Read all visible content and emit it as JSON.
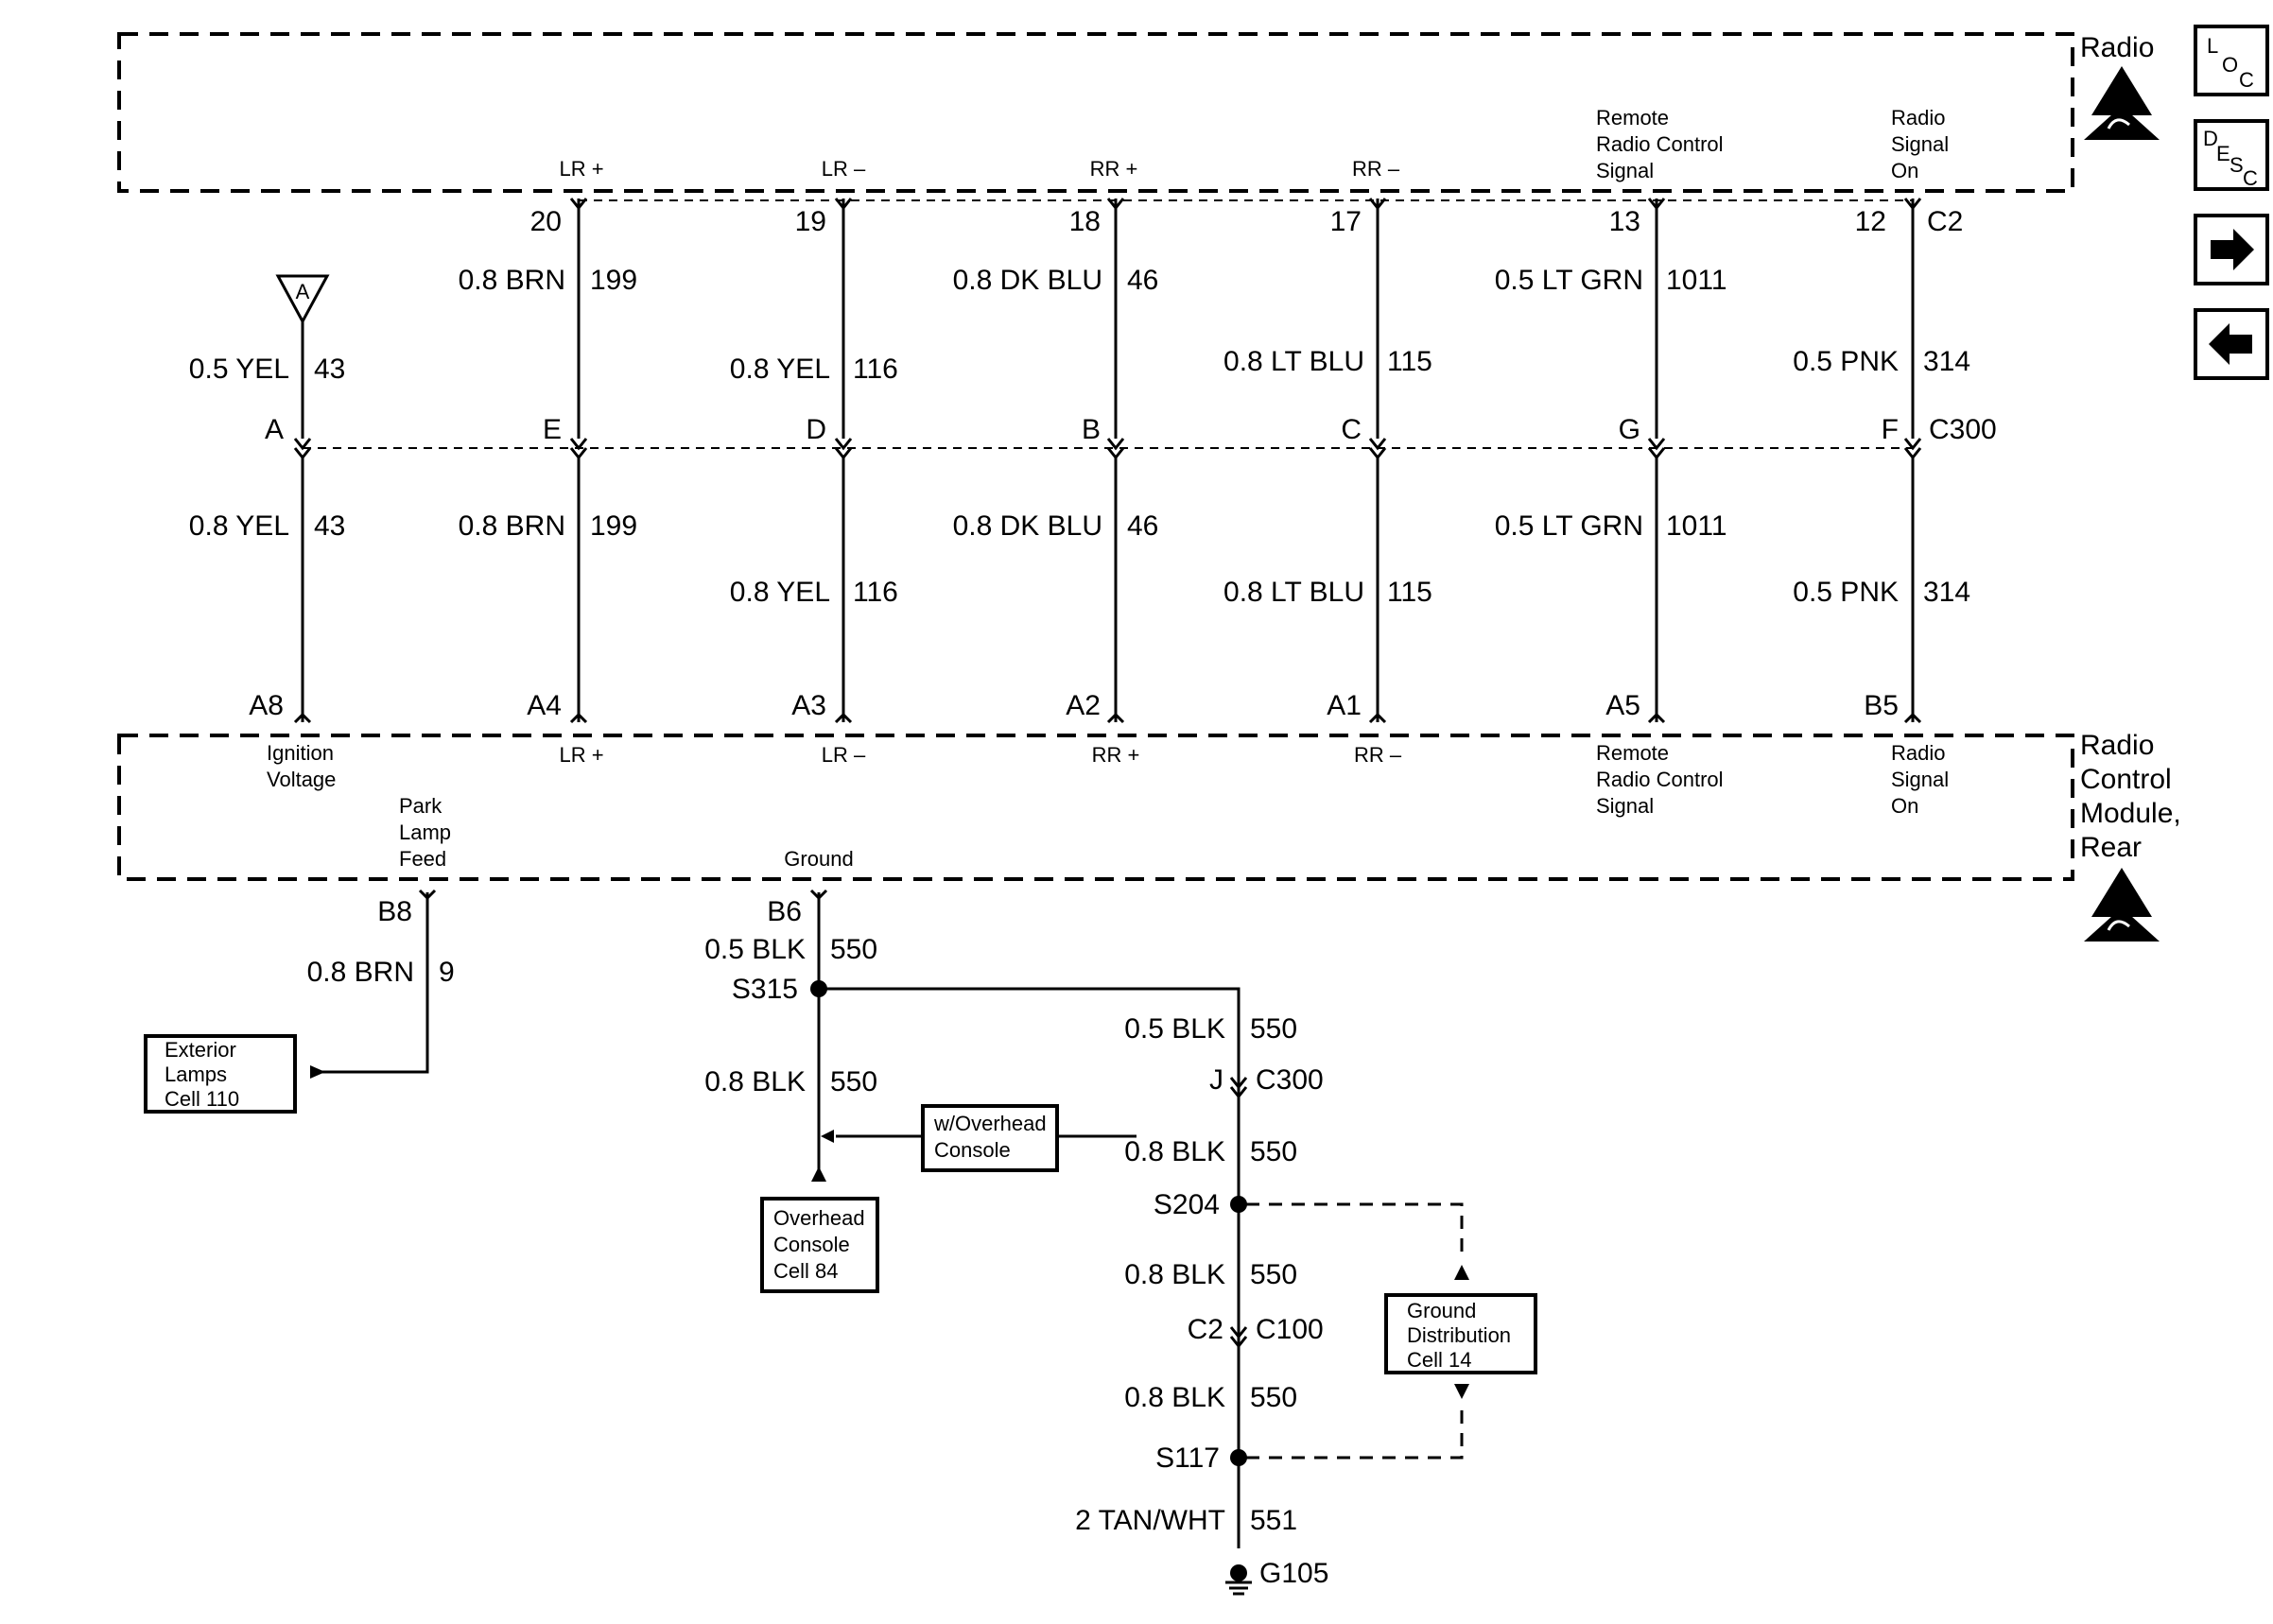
{
  "radio": {
    "name": "Radio",
    "connector": "C2",
    "terminals": [
      {
        "pin": "20",
        "label": "LR +"
      },
      {
        "pin": "19",
        "label": "LR –"
      },
      {
        "pin": "18",
        "label": "RR +"
      },
      {
        "pin": "17",
        "label": "RR –"
      },
      {
        "pin": "13",
        "label_lines": [
          "Remote",
          "Radio Control",
          "Signal"
        ]
      },
      {
        "pin": "12",
        "label_lines": [
          "Radio",
          "Signal",
          "On"
        ]
      }
    ]
  },
  "upper_wires": [
    {
      "gauge_color": "0.8 BRN",
      "circuit": "199"
    },
    {
      "gauge_color": "0.8 YEL",
      "circuit": "116"
    },
    {
      "gauge_color": "0.8 DK BLU",
      "circuit": "46"
    },
    {
      "gauge_color": "0.8 LT BLU",
      "circuit": "115"
    },
    {
      "gauge_color": "0.5 LT GRN",
      "circuit": "1011"
    },
    {
      "gauge_color": "0.5 PNK",
      "circuit": "314"
    }
  ],
  "ignition": {
    "ref": "A",
    "gauge_color": "0.5 YEL",
    "circuit": "43"
  },
  "connector_c300": {
    "name": "C300",
    "pins": [
      "A",
      "E",
      "D",
      "B",
      "C",
      "G",
      "F"
    ]
  },
  "lower_wires": [
    {
      "gauge_color": "0.8 YEL",
      "circuit": "43"
    },
    {
      "gauge_color": "0.8 BRN",
      "circuit": "199"
    },
    {
      "gauge_color": "0.8 YEL",
      "circuit": "116"
    },
    {
      "gauge_color": "0.8 DK BLU",
      "circuit": "46"
    },
    {
      "gauge_color": "0.8 LT BLU",
      "circuit": "115"
    },
    {
      "gauge_color": "0.5 LT GRN",
      "circuit": "1011"
    },
    {
      "gauge_color": "0.5 PNK",
      "circuit": "314"
    }
  ],
  "module": {
    "name_lines": [
      "Radio",
      "Control",
      "Module,",
      "Rear"
    ],
    "terminals": [
      {
        "pin": "A8",
        "label_lines": [
          "Ignition",
          "Voltage"
        ]
      },
      {
        "pin": "A4",
        "label": "LR +"
      },
      {
        "pin": "A3",
        "label": "LR –"
      },
      {
        "pin": "A2",
        "label": "RR +"
      },
      {
        "pin": "A1",
        "label": "RR –"
      },
      {
        "pin": "A5",
        "label_lines": [
          "Remote",
          "Radio Control",
          "Signal"
        ]
      },
      {
        "pin": "B5",
        "label_lines": [
          "Radio",
          "Signal",
          "On"
        ]
      }
    ],
    "bottom_terminals": [
      {
        "pin": "B8",
        "label_lines": [
          "Park",
          "Lamp",
          "Feed"
        ]
      },
      {
        "pin": "B6",
        "label": "Ground"
      }
    ]
  },
  "park_lamp": {
    "gauge_color": "0.8 BRN",
    "circuit": "9",
    "target_lines": [
      "Exterior",
      "Lamps",
      "Cell 110"
    ]
  },
  "ground": {
    "b6_wire": {
      "gauge_color": "0.5 BLK",
      "circuit": "550"
    },
    "s315": "S315",
    "overhead_wire": {
      "gauge_color": "0.8 BLK",
      "circuit": "550"
    },
    "option_lines": [
      "w/Overhead",
      "Console"
    ],
    "overhead_target_lines": [
      "Overhead",
      "Console",
      "Cell 84"
    ],
    "branch_wire": {
      "gauge_color": "0.5 BLK",
      "circuit": "550"
    },
    "c300_pin": "J",
    "c300": "C300",
    "wire_after_c300": {
      "gauge_color": "0.8 BLK",
      "circuit": "550"
    },
    "s204": "S204",
    "wire_after_s204": {
      "gauge_color": "0.8 BLK",
      "circuit": "550"
    },
    "c100_pin": "C2",
    "c100": "C100",
    "wire_after_c100": {
      "gauge_color": "0.8 BLK",
      "circuit": "550"
    },
    "s117": "S117",
    "final_wire": {
      "gauge_color": "2 TAN/WHT",
      "circuit": "551"
    },
    "ground_point": "G105",
    "distribution_lines": [
      "Ground",
      "Distribution",
      "Cell 14"
    ]
  },
  "nav": {
    "loc": [
      "L",
      "O",
      "C"
    ],
    "desc": [
      "D",
      "E",
      "S",
      "C"
    ]
  }
}
